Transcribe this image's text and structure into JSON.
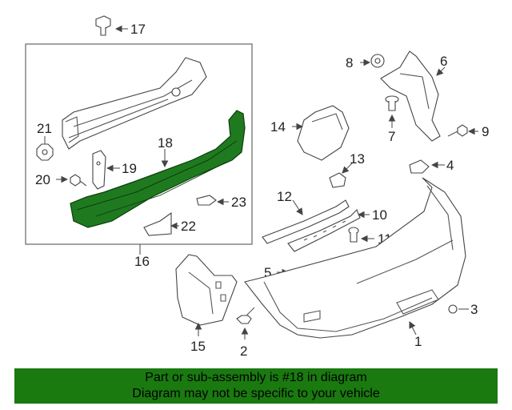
{
  "callouts": {
    "c1": "1",
    "c2": "2",
    "c3": "3",
    "c4": "4",
    "c5": "5",
    "c6": "6",
    "c7": "7",
    "c8": "8",
    "c9": "9",
    "c10": "10",
    "c11": "11",
    "c12": "12",
    "c13": "13",
    "c14": "14",
    "c15": "15",
    "c16": "16",
    "c17": "17",
    "c18": "18",
    "c19": "19",
    "c20": "20",
    "c21": "21",
    "c22": "22",
    "c23": "23"
  },
  "highlighted_part": "18",
  "colors": {
    "highlight": "#1f7a1f",
    "footer_background": "#1a7a10"
  },
  "footer": {
    "line1": "Part or sub-assembly is #18 in diagram",
    "line2": "Diagram may not be specific to your vehicle"
  }
}
